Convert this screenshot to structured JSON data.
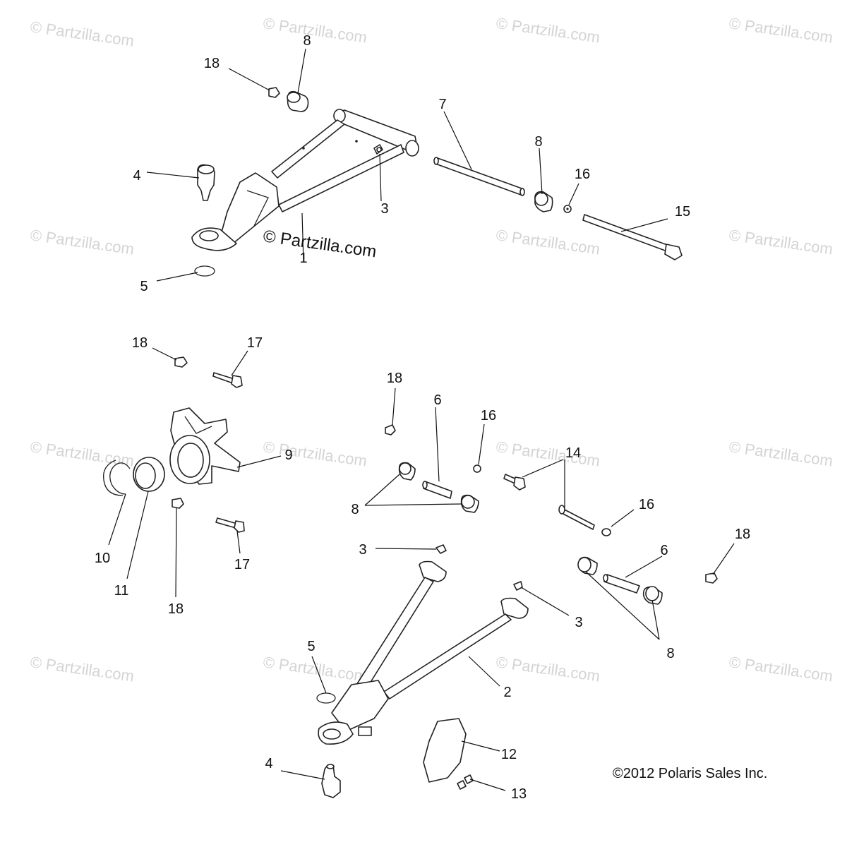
{
  "watermark": {
    "text": "© Partzilla.com",
    "prominent_text": "© Partzilla.com"
  },
  "copyright": "©2012 Polaris Sales Inc.",
  "callouts": [
    {
      "id": "c18a",
      "label": "18"
    },
    {
      "id": "c8a",
      "label": "8"
    },
    {
      "id": "c7",
      "label": "7"
    },
    {
      "id": "c8b",
      "label": "8"
    },
    {
      "id": "c16a",
      "label": "16"
    },
    {
      "id": "c15",
      "label": "15"
    },
    {
      "id": "c4a",
      "label": "4"
    },
    {
      "id": "c3a",
      "label": "3"
    },
    {
      "id": "c1",
      "label": "1"
    },
    {
      "id": "c5a",
      "label": "5"
    },
    {
      "id": "c18b",
      "label": "18"
    },
    {
      "id": "c17a",
      "label": "17"
    },
    {
      "id": "c18c",
      "label": "18"
    },
    {
      "id": "c6a",
      "label": "6"
    },
    {
      "id": "c16b",
      "label": "16"
    },
    {
      "id": "c9",
      "label": "9"
    },
    {
      "id": "c14",
      "label": "14"
    },
    {
      "id": "c8c",
      "label": "8"
    },
    {
      "id": "c16c",
      "label": "16"
    },
    {
      "id": "c6b",
      "label": "6"
    },
    {
      "id": "c18d",
      "label": "18"
    },
    {
      "id": "c3b",
      "label": "3"
    },
    {
      "id": "c3c",
      "label": "3"
    },
    {
      "id": "c10",
      "label": "10"
    },
    {
      "id": "c11",
      "label": "11"
    },
    {
      "id": "c18e",
      "label": "18"
    },
    {
      "id": "c17b",
      "label": "17"
    },
    {
      "id": "c8d",
      "label": "8"
    },
    {
      "id": "c5b",
      "label": "5"
    },
    {
      "id": "c2",
      "label": "2"
    },
    {
      "id": "c12",
      "label": "12"
    },
    {
      "id": "c4b",
      "label": "4"
    },
    {
      "id": "c13",
      "label": "13"
    }
  ]
}
